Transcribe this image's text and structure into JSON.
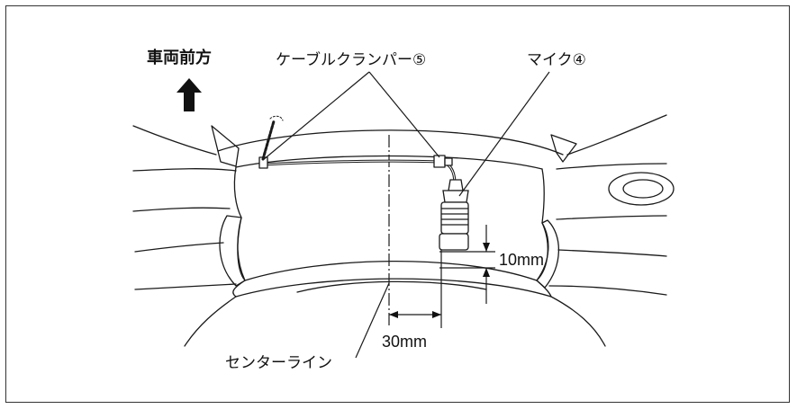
{
  "labels": {
    "vehicle_forward": "車両前方",
    "cable_clamper": "ケーブルクランパー⑤",
    "microphone": "マイク④",
    "dim_vertical": "10mm",
    "dim_horizontal": "30mm",
    "center_line": "センターライン"
  },
  "colors": {
    "line": "#1a1a1a",
    "background": "#ffffff"
  }
}
